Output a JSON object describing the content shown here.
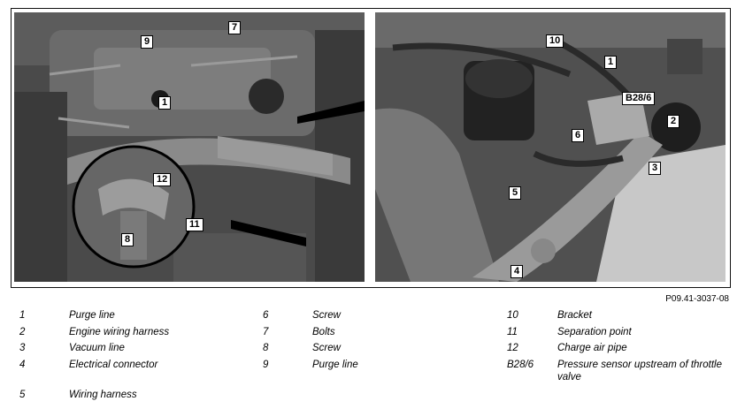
{
  "figure": {
    "left_callouts": [
      "9",
      "7",
      "1",
      "12",
      "8",
      "11"
    ],
    "right_callouts": [
      "10",
      "1",
      "B28/6",
      "2",
      "6",
      "3",
      "5",
      "4"
    ],
    "reference": "P09.41-3037-08"
  },
  "legend": [
    {
      "num": "1",
      "desc": "Purge line"
    },
    {
      "num": "2",
      "desc": "Engine wiring harness"
    },
    {
      "num": "3",
      "desc": "Vacuum line"
    },
    {
      "num": "4",
      "desc": "Electrical connector"
    },
    {
      "num": "5",
      "desc": "Wiring harness"
    },
    {
      "num": "6",
      "desc": "Screw"
    },
    {
      "num": "7",
      "desc": "Bolts"
    },
    {
      "num": "8",
      "desc": "Screw"
    },
    {
      "num": "9",
      "desc": "Purge line"
    },
    {
      "num": "10",
      "desc": "Bracket"
    },
    {
      "num": "11",
      "desc": "Separation point"
    },
    {
      "num": "12",
      "desc": "Charge air pipe"
    },
    {
      "num": "B28/6",
      "desc": "Pressure sensor upstream of throttle valve"
    }
  ]
}
